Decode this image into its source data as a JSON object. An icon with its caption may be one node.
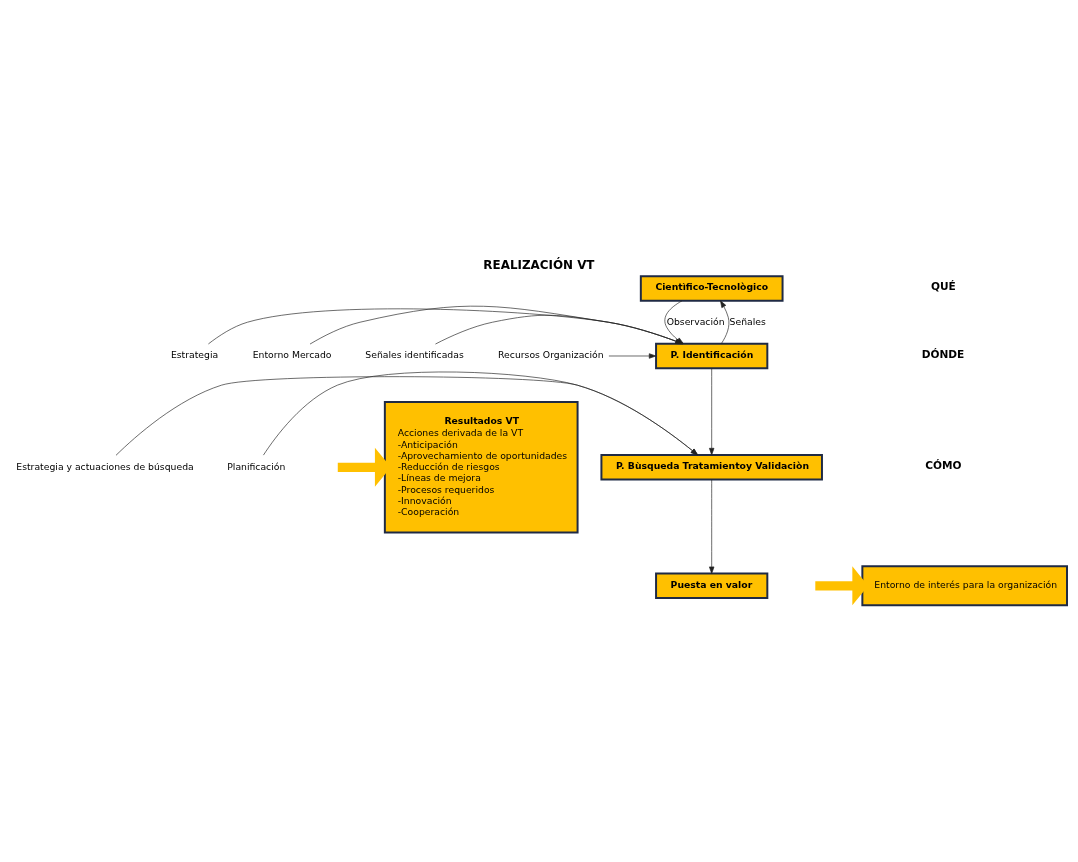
{
  "diagram": {
    "title": "REALIZACIÓN VT",
    "nodes": [
      {
        "text": [
          "Cientìfico-Tecnològico"
        ]
      },
      {
        "text": [
          "P. Identificación"
        ]
      },
      {
        "text": [
          "Estrategia"
        ]
      },
      {
        "text": [
          "Entorno Mercado"
        ]
      },
      {
        "text": [
          "Señales identificadas"
        ]
      },
      {
        "text": [
          "Recursos Organización"
        ]
      },
      {
        "text": [
          "P. Bùsqueda Tratamientoy Validaciòn"
        ]
      },
      {
        "text": [
          "Estrategia y actuaciones de búsqueda"
        ]
      },
      {
        "text": [
          "Planificación"
        ]
      },
      {
        "text": [
          "Puesta en valor"
        ]
      },
      {
        "text": [
          "Resultados VT",
          "Acciones derivada de la VT",
          "-Anticipación",
          "-Aprovechamiento de oportunidades",
          "-Reducción de riesgos",
          "-Líneas de mejora",
          "-Procesos requeridos",
          "-Innovación",
          "-Cooperación"
        ]
      },
      {
        "text": [
          "Entorno de interés para la organización"
        ]
      }
    ],
    "edges": [
      {
        "from": 0,
        "to": 1,
        "arrow": "to",
        "label": "Observación"
      },
      {
        "from": 1,
        "to": 0,
        "arrow": "to",
        "label": "Señales"
      },
      {
        "from": 2,
        "to": 1,
        "arrow": "to"
      },
      {
        "from": 3,
        "to": 1,
        "arrow": "to"
      },
      {
        "from": 4,
        "to": 1,
        "arrow": "to"
      },
      {
        "from": 5,
        "to": 1,
        "arrow": "to"
      },
      {
        "from": 1,
        "to": 6,
        "arrow": "to"
      },
      {
        "from": 7,
        "to": 6,
        "arrow": "to"
      },
      {
        "from": 8,
        "to": 6,
        "arrow": "to"
      },
      {
        "from": 6,
        "to": 9,
        "arrow": "to"
      },
      {
        "from": null,
        "to": 10,
        "arrow": "to",
        "style": "thick",
        "color": "#ffc000"
      },
      {
        "from": null,
        "to": 11,
        "arrow": "to",
        "style": "thick",
        "color": "#ffc000"
      }
    ],
    "labels": [
      "QUÉ",
      "DÓNDE",
      "CÓMO"
    ]
  }
}
